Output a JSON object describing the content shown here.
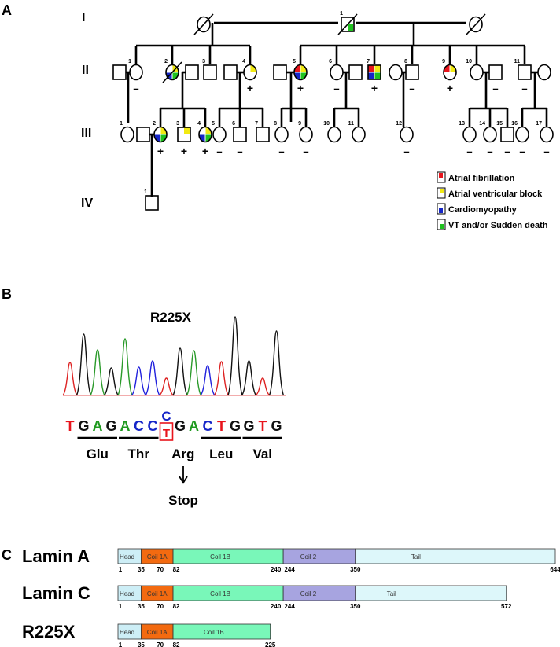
{
  "panels": {
    "a": {
      "label": "A",
      "generations": [
        "I",
        "II",
        "III",
        "IV"
      ],
      "colors": {
        "af": "#e8141c",
        "avb": "#f2ea12",
        "cm": "#1525c8",
        "vt": "#1fc21f"
      },
      "individuals": [
        {
          "id": "I-w1",
          "gen": 0,
          "num": "",
          "sex": "F",
          "dead": true,
          "traits": [],
          "status": ""
        },
        {
          "id": "I-1",
          "gen": 0,
          "num": "1",
          "sex": "M",
          "dead": true,
          "traits": [
            "vt"
          ],
          "status": ""
        },
        {
          "id": "I-w2",
          "gen": 0,
          "num": "",
          "sex": "F",
          "dead": true,
          "traits": [],
          "status": ""
        },
        {
          "id": "II-1s",
          "gen": 1,
          "num": "",
          "sex": "M",
          "dead": false,
          "traits": [],
          "status": ""
        },
        {
          "id": "II-1",
          "gen": 1,
          "num": "1",
          "sex": "F",
          "dead": false,
          "traits": [],
          "status": "-"
        },
        {
          "id": "II-2",
          "gen": 1,
          "num": "2",
          "sex": "F",
          "dead": true,
          "traits": [
            "avb",
            "cm",
            "vt"
          ],
          "status": ""
        },
        {
          "id": "II-2s",
          "gen": 1,
          "num": "",
          "sex": "M",
          "dead": false,
          "traits": [],
          "status": ""
        },
        {
          "id": "II-3",
          "gen": 1,
          "num": "3",
          "sex": "M",
          "dead": false,
          "traits": [],
          "status": ""
        },
        {
          "id": "II-4s",
          "gen": 1,
          "num": "",
          "sex": "M",
          "dead": false,
          "traits": [],
          "status": ""
        },
        {
          "id": "II-4",
          "gen": 1,
          "num": "4",
          "sex": "F",
          "dead": false,
          "traits": [
            "avb"
          ],
          "status": "+"
        },
        {
          "id": "II-5s",
          "gen": 1,
          "num": "",
          "sex": "M",
          "dead": false,
          "traits": [],
          "status": ""
        },
        {
          "id": "II-5",
          "gen": 1,
          "num": "5",
          "sex": "F",
          "dead": false,
          "traits": [
            "af",
            "avb",
            "cm",
            "vt"
          ],
          "status": "+"
        },
        {
          "id": "II-6",
          "gen": 1,
          "num": "6",
          "sex": "F",
          "dead": false,
          "traits": [],
          "status": "-"
        },
        {
          "id": "II-6s",
          "gen": 1,
          "num": "",
          "sex": "M",
          "dead": false,
          "traits": [],
          "status": ""
        },
        {
          "id": "II-7",
          "gen": 1,
          "num": "7",
          "sex": "M",
          "dead": false,
          "traits": [
            "af",
            "avb",
            "cm",
            "vt"
          ],
          "status": "+"
        },
        {
          "id": "II-8s",
          "gen": 1,
          "num": "",
          "sex": "F",
          "dead": false,
          "traits": [],
          "status": ""
        },
        {
          "id": "II-8",
          "gen": 1,
          "num": "8",
          "sex": "M",
          "dead": false,
          "traits": [],
          "status": "-"
        },
        {
          "id": "II-9",
          "gen": 1,
          "num": "9",
          "sex": "F",
          "dead": false,
          "traits": [
            "af",
            "avb"
          ],
          "status": "+"
        },
        {
          "id": "II-10",
          "gen": 1,
          "num": "10",
          "sex": "F",
          "dead": false,
          "traits": [],
          "status": ""
        },
        {
          "id": "II-10s",
          "gen": 1,
          "num": "",
          "sex": "M",
          "dead": false,
          "traits": [],
          "status": "-"
        },
        {
          "id": "II-11",
          "gen": 1,
          "num": "11",
          "sex": "M",
          "dead": false,
          "traits": [],
          "status": "-"
        },
        {
          "id": "II-11s",
          "gen": 1,
          "num": "",
          "sex": "F",
          "dead": false,
          "traits": [],
          "status": ""
        },
        {
          "id": "III-1",
          "gen": 2,
          "num": "1",
          "sex": "F",
          "dead": false,
          "traits": [],
          "status": ""
        },
        {
          "id": "III-2s",
          "gen": 2,
          "num": "",
          "sex": "M",
          "dead": false,
          "traits": [],
          "status": ""
        },
        {
          "id": "III-2",
          "gen": 2,
          "num": "2",
          "sex": "F",
          "dead": false,
          "traits": [
            "avb",
            "cm",
            "vt"
          ],
          "status": "+"
        },
        {
          "id": "III-3",
          "gen": 2,
          "num": "3",
          "sex": "M",
          "dead": false,
          "traits": [
            "avb"
          ],
          "status": "+"
        },
        {
          "id": "III-4",
          "gen": 2,
          "num": "4",
          "sex": "F",
          "dead": false,
          "traits": [
            "avb",
            "cm",
            "vt"
          ],
          "status": "+"
        },
        {
          "id": "III-5",
          "gen": 2,
          "num": "5",
          "sex": "F",
          "dead": false,
          "traits": [],
          "status": "-"
        },
        {
          "id": "III-6",
          "gen": 2,
          "num": "6",
          "sex": "M",
          "dead": false,
          "traits": [],
          "status": "-"
        },
        {
          "id": "III-7",
          "gen": 2,
          "num": "7",
          "sex": "M",
          "dead": false,
          "traits": [],
          "status": ""
        },
        {
          "id": "III-8",
          "gen": 2,
          "num": "8",
          "sex": "F",
          "dead": false,
          "traits": [],
          "status": "-"
        },
        {
          "id": "III-9",
          "gen": 2,
          "num": "9",
          "sex": "F",
          "dead": false,
          "traits": [],
          "status": "-"
        },
        {
          "id": "III-10",
          "gen": 2,
          "num": "10",
          "sex": "F",
          "dead": false,
          "traits": [],
          "status": ""
        },
        {
          "id": "III-11",
          "gen": 2,
          "num": "11",
          "sex": "F",
          "dead": false,
          "traits": [],
          "status": ""
        },
        {
          "id": "III-12",
          "gen": 2,
          "num": "12",
          "sex": "F",
          "dead": false,
          "traits": [],
          "status": "-"
        },
        {
          "id": "III-13",
          "gen": 2,
          "num": "13",
          "sex": "F",
          "dead": false,
          "traits": [],
          "status": "-"
        },
        {
          "id": "III-14",
          "gen": 2,
          "num": "14",
          "sex": "F",
          "dead": false,
          "traits": [],
          "status": "-"
        },
        {
          "id": "III-15",
          "gen": 2,
          "num": "15",
          "sex": "M",
          "dead": false,
          "traits": [],
          "status": "-"
        },
        {
          "id": "III-16",
          "gen": 2,
          "num": "16",
          "sex": "F",
          "dead": false,
          "traits": [],
          "status": "-"
        },
        {
          "id": "III-17",
          "gen": 2,
          "num": "17",
          "sex": "F",
          "dead": false,
          "traits": [],
          "status": "-"
        },
        {
          "id": "IV-1",
          "gen": 3,
          "num": "1",
          "sex": "M",
          "dead": false,
          "traits": [],
          "status": ""
        }
      ],
      "legend": [
        {
          "key": "af",
          "label": "Atrial fibrillation"
        },
        {
          "key": "avb",
          "label": "Atrial ventricular block"
        },
        {
          "key": "cm",
          "label": "Cardiomyopathy"
        },
        {
          "key": "vt",
          "label": "VT and/or Sudden death"
        }
      ]
    },
    "b": {
      "label": "B",
      "title": "R225X",
      "sequence": [
        {
          "base": "T",
          "color": "#e8141c"
        },
        {
          "base": "G",
          "color": "#111111"
        },
        {
          "base": "A",
          "color": "#1f9a1f"
        },
        {
          "base": "G",
          "color": "#111111"
        },
        {
          "base": "A",
          "color": "#1f9a1f"
        },
        {
          "base": "C",
          "color": "#1525c8"
        },
        {
          "base": "C",
          "color": "#1525c8"
        },
        {
          "base": "T",
          "color": "#e8141c",
          "mutant": true,
          "wildtype": "C"
        },
        {
          "base": "G",
          "color": "#111111"
        },
        {
          "base": "A",
          "color": "#1f9a1f"
        },
        {
          "base": "C",
          "color": "#1525c8"
        },
        {
          "base": "T",
          "color": "#e8141c"
        },
        {
          "base": "G",
          "color": "#111111"
        },
        {
          "base": "G",
          "color": "#111111"
        },
        {
          "base": "T",
          "color": "#e8141c"
        },
        {
          "base": "G",
          "color": "#111111"
        }
      ],
      "codons": [
        "Glu",
        "Thr",
        "Arg",
        "Leu",
        "Val"
      ],
      "consequence": "Stop",
      "trace_colors": {
        "A": "#2a9a2a",
        "C": "#2222dd",
        "G": "#111111",
        "T": "#dd2222"
      }
    },
    "c": {
      "label": "C",
      "domain_colors": {
        "Head": "#cdeef6",
        "Coil 1A": "#f36a10",
        "Coil 1B": "#79f7b9",
        "Coil 2": "#a7a4e0",
        "Tail": "#ddf7fa"
      },
      "proteins": [
        {
          "name": "Lamin A",
          "length": 644,
          "domains": [
            {
              "name": "Head",
              "start": 1,
              "end": 35
            },
            {
              "name": "Coil 1A",
              "start": 35,
              "end": 70
            },
            {
              "name": "Coil 1B",
              "start": 82,
              "end": 240
            },
            {
              "name": "Coil 2",
              "start": 244,
              "end": 350
            },
            {
              "name": "Tail",
              "start": 350,
              "end": 644
            }
          ],
          "ticks": [
            "1",
            "35",
            "70",
            "82",
            "240",
            "244",
            "350",
            "644"
          ]
        },
        {
          "name": "Lamin C",
          "length": 572,
          "domains": [
            {
              "name": "Head",
              "start": 1,
              "end": 35
            },
            {
              "name": "Coil 1A",
              "start": 35,
              "end": 70
            },
            {
              "name": "Coil 1B",
              "start": 82,
              "end": 240
            },
            {
              "name": "Coil 2",
              "start": 244,
              "end": 350
            },
            {
              "name": "Tail",
              "start": 350,
              "end": 572
            }
          ],
          "ticks": [
            "1",
            "35",
            "70",
            "82",
            "240",
            "244",
            "350",
            "572"
          ]
        },
        {
          "name": "R225X",
          "length": 225,
          "domains": [
            {
              "name": "Head",
              "start": 1,
              "end": 35
            },
            {
              "name": "Coil 1A",
              "start": 35,
              "end": 70
            },
            {
              "name": "Coil 1B",
              "start": 82,
              "end": 225
            }
          ],
          "ticks": [
            "1",
            "35",
            "70",
            "82",
            "225"
          ]
        }
      ]
    }
  }
}
